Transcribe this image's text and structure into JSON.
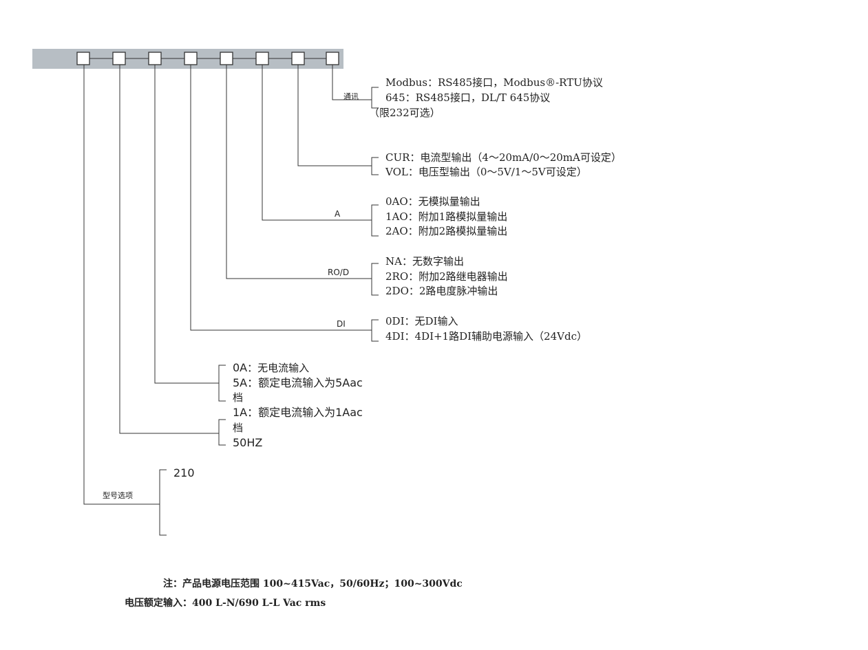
{
  "groups": {
    "comm": {
      "label": "通讯",
      "options": [
        "Modbus：RS485接口，Modbus®-RTU协议",
        "645：RS485接口，DL/T 645协议",
        "（限232可选）"
      ]
    },
    "aout": {
      "options": [
        "CUR：电流型输出（4～20mA/0～20mA可设定）",
        "VOL：电压型输出（0～5V/1～5V可设定）"
      ]
    },
    "ao": {
      "label": "A",
      "options": [
        "0AO：无模拟量输出",
        "1AO：附加1路模拟量输出",
        "2AO：附加2路模拟量输出"
      ]
    },
    "rod": {
      "label": "RO/D",
      "options": [
        "NA：无数字输出",
        "2RO：附加2路继电器输出",
        "2DO：2路电度脉冲输出"
      ]
    },
    "di": {
      "label": "DI",
      "options": [
        "0DI：无DI输入",
        "4DI：4DI+1路DI辅助电源输入（24Vdc）"
      ]
    },
    "current": {
      "options": [
        {
          "code": "0A",
          "desc": "：无电流输入"
        },
        {
          "code": "5A",
          "desc": "：额定电流输入为5Aac"
        },
        {
          "code": "",
          "desc": "档"
        },
        {
          "code": "1A",
          "desc": "：额定电流输入为1Aac"
        },
        {
          "code": "",
          "desc": "档"
        },
        {
          "code": "50HZ",
          "desc": ""
        }
      ]
    },
    "model": {
      "label": "型号选项",
      "options": [
        "210"
      ]
    }
  },
  "notes": {
    "line1": "注：产品电源电压范围 100~415Vac，50/60Hz；100~300Vdc",
    "line2": "电压额定输入：400 L-N/690 L-L Vac rms"
  },
  "colors": {
    "bar": "#b7bec4",
    "line": "#333333"
  }
}
